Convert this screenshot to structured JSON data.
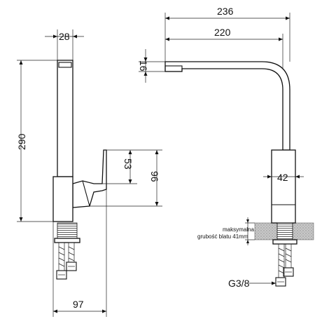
{
  "dimensions": {
    "left_top_width": "28",
    "left_height": "290",
    "handle_small": "53",
    "handle_large": "96",
    "left_base_width": "97",
    "spout_total": "236",
    "spout_reach": "220",
    "spout_tip": "16",
    "body_diameter": "42"
  },
  "labels": {
    "note_line1": "maksymalna",
    "note_line2": "grubość blatu 41mm",
    "thread": "G3/8"
  },
  "colors": {
    "line": "#111111",
    "countertop": "#bdbdbd"
  }
}
